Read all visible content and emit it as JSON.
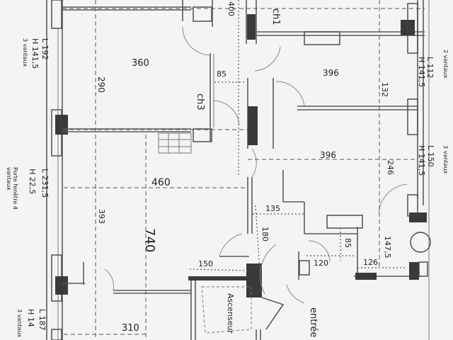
{
  "plan": {
    "type": "floor plan (scanned, hand-annotated)",
    "background": "#f4f4f2",
    "ink": "#222222"
  },
  "rooms": [
    {
      "name": "ch 1",
      "label": "ch1"
    },
    {
      "name": "ch 3",
      "label": "ch3"
    },
    {
      "name": "lift",
      "label": "Ascenseur"
    },
    {
      "name": "entrance",
      "label": "entrée"
    }
  ],
  "dimensions": {
    "d360": "360",
    "d290": "290",
    "d400": "400",
    "d85_top": "85",
    "d396_top": "396",
    "d132": "132",
    "d396_mid": "396",
    "d246": "246",
    "d460": "460",
    "d393": "393",
    "d740": "740",
    "d135": "135",
    "d180": "180",
    "d150": "150",
    "d85_bottom": "85",
    "d120": "120",
    "d126": "126",
    "d1475": "147,5",
    "d310": "310"
  },
  "windows": {
    "left_top": {
      "width": "L 192",
      "height": "H 141,5",
      "note": "3 vantaux"
    },
    "left_mid": {
      "width": "L 231,5",
      "height": "H 22,5",
      "note": "Porte fenêtre 4 vantaux"
    },
    "left_bottom": {
      "width": "L 187",
      "height": "H 14",
      "note": "3 vantaux"
    },
    "right_top": {
      "width": "L 112",
      "height": "H 141,5",
      "note": "2 vantaux"
    },
    "right_mid": {
      "width": "L 150",
      "height": "H 141,5",
      "note": "3 vantaux"
    }
  }
}
